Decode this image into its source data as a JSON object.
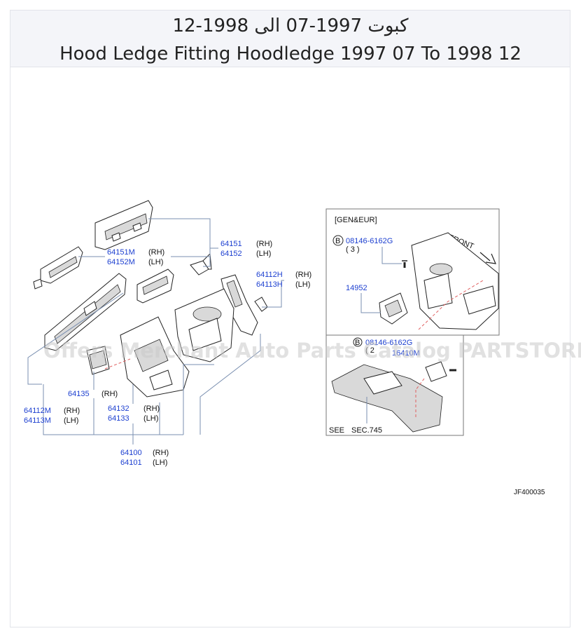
{
  "title_ar": "كبوت 1997-07 الى 1998-12",
  "title_en": "Hood Ledge Fitting Hoodledge 1997 07 To 1998 12",
  "watermark": "Offers Merchant Auto Parts Catalog PARTSTORE.SA",
  "diagram_code": "JF400035",
  "inset": {
    "region_label": "[GEN&EUR]",
    "front_label": "FRONT",
    "see_label": "SEE",
    "see_ref": "SEC.745",
    "bolt_callout": "B",
    "bolt_part": "08146-6162G",
    "bolt_qty": "( 3 )",
    "bolt_part_2": "08146-6162G",
    "bolt_qty_2": "( 2",
    "bracket_part": "14952",
    "clip_part": "16410M"
  },
  "labels": {
    "p64151": "64151",
    "p64151_side": "(RH)",
    "p64152": "64152",
    "p64152_side": "(LH)",
    "p64151M": "64151M",
    "p64151M_side": "(RH)",
    "p64152M": "64152M",
    "p64152M_side": "(LH)",
    "p64112H": "64112H",
    "p64112H_side": "(RH)",
    "p64113H": "64113H",
    "p64113H_side": "(LH)",
    "p64135": "64135",
    "p64135_side": "(RH)",
    "p64112M": "64112M",
    "p64112M_side": "(RH)",
    "p64113M": "64113M",
    "p64113M_side": "(LH)",
    "p64132": "64132",
    "p64132_side": "(RH)",
    "p64133": "64133",
    "p64133_side": "(LH)",
    "p64100": "64100",
    "p64100_side": "(RH)",
    "p64101": "64101",
    "p64101_side": "(LH)"
  }
}
